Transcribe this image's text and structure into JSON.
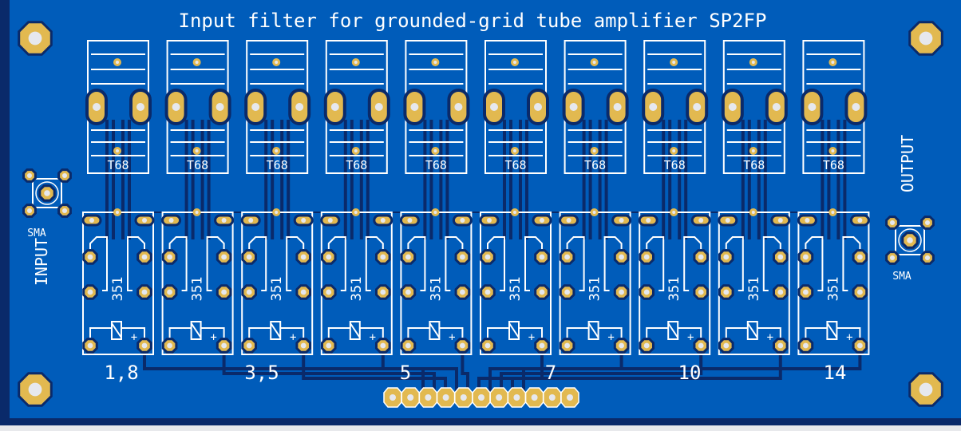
{
  "board": {
    "title": "Input filter for grounded-grid tube amplifier SP2FP",
    "colors": {
      "board": "#005cba",
      "edge": "#0a2a6a",
      "trace": "#0a2a6a",
      "pad": "#e2b950",
      "drill": "#e6e8ee",
      "silk": "#ffffff",
      "background": "#e8e9ec"
    },
    "input": {
      "label": "INPUT",
      "connector": "SMA"
    },
    "output": {
      "label": "OUTPUT",
      "connector": "SMA"
    },
    "toroid_label": "T68",
    "relay_label": "351",
    "relay_plus": "+",
    "group_labels": [
      "1,8",
      "3,5",
      "5",
      "7",
      "10",
      "14"
    ],
    "unit_count": 10,
    "header_pin_count": 11
  }
}
